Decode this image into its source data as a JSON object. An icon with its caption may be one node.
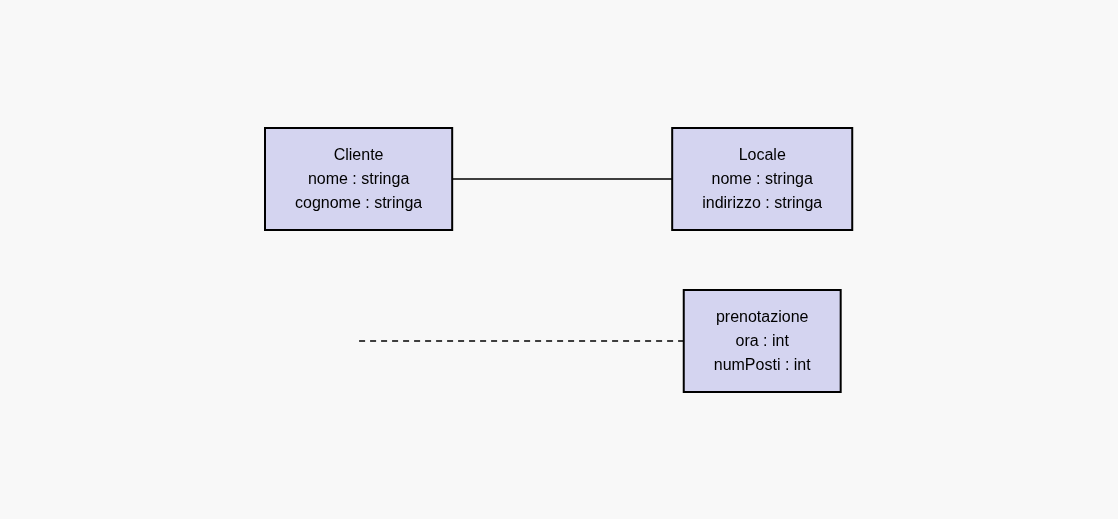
{
  "diagram": {
    "nodes": [
      {
        "text": [
          "Cliente",
          "nome : stringa",
          "cognome : stringa"
        ]
      },
      {
        "text": [
          "Locale",
          "nome : stringa",
          "indirizzo : stringa"
        ]
      },
      {
        "text": [
          "prenotazione",
          "ora : int",
          "numPosti : int"
        ]
      }
    ],
    "edges": [
      {
        "from": 0,
        "to": 1,
        "arrow": "none"
      },
      {
        "from": null,
        "to": 2,
        "arrow": "none",
        "style": "dashed"
      }
    ]
  }
}
